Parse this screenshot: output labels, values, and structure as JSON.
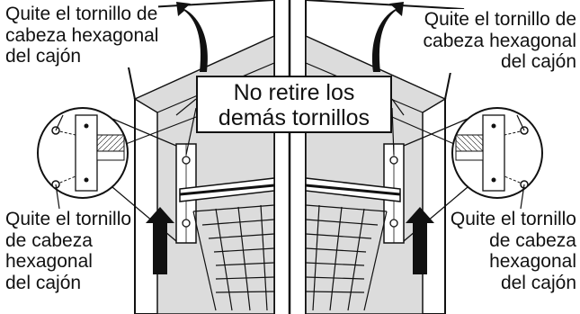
{
  "labels": {
    "top_left": [
      "Quite el tornillo de",
      "cabeza hexagonal",
      "del cajón"
    ],
    "top_right": [
      "Quite el tornillo de",
      "cabeza hexagonal",
      "del cajón"
    ],
    "bottom_left": [
      "Quite el tornillo",
      "de cabeza",
      "hexagonal",
      "del cajón"
    ],
    "bottom_right": [
      "Quite el tornillo",
      "de cabeza",
      "hexagonal",
      "del cajón"
    ],
    "center": [
      "No retire los",
      "demás tornillos"
    ]
  },
  "colors": {
    "line": "#111111",
    "fill": "#ffffff",
    "shade": "#bdbdbd",
    "dark_shade": "#6e6e6e"
  }
}
